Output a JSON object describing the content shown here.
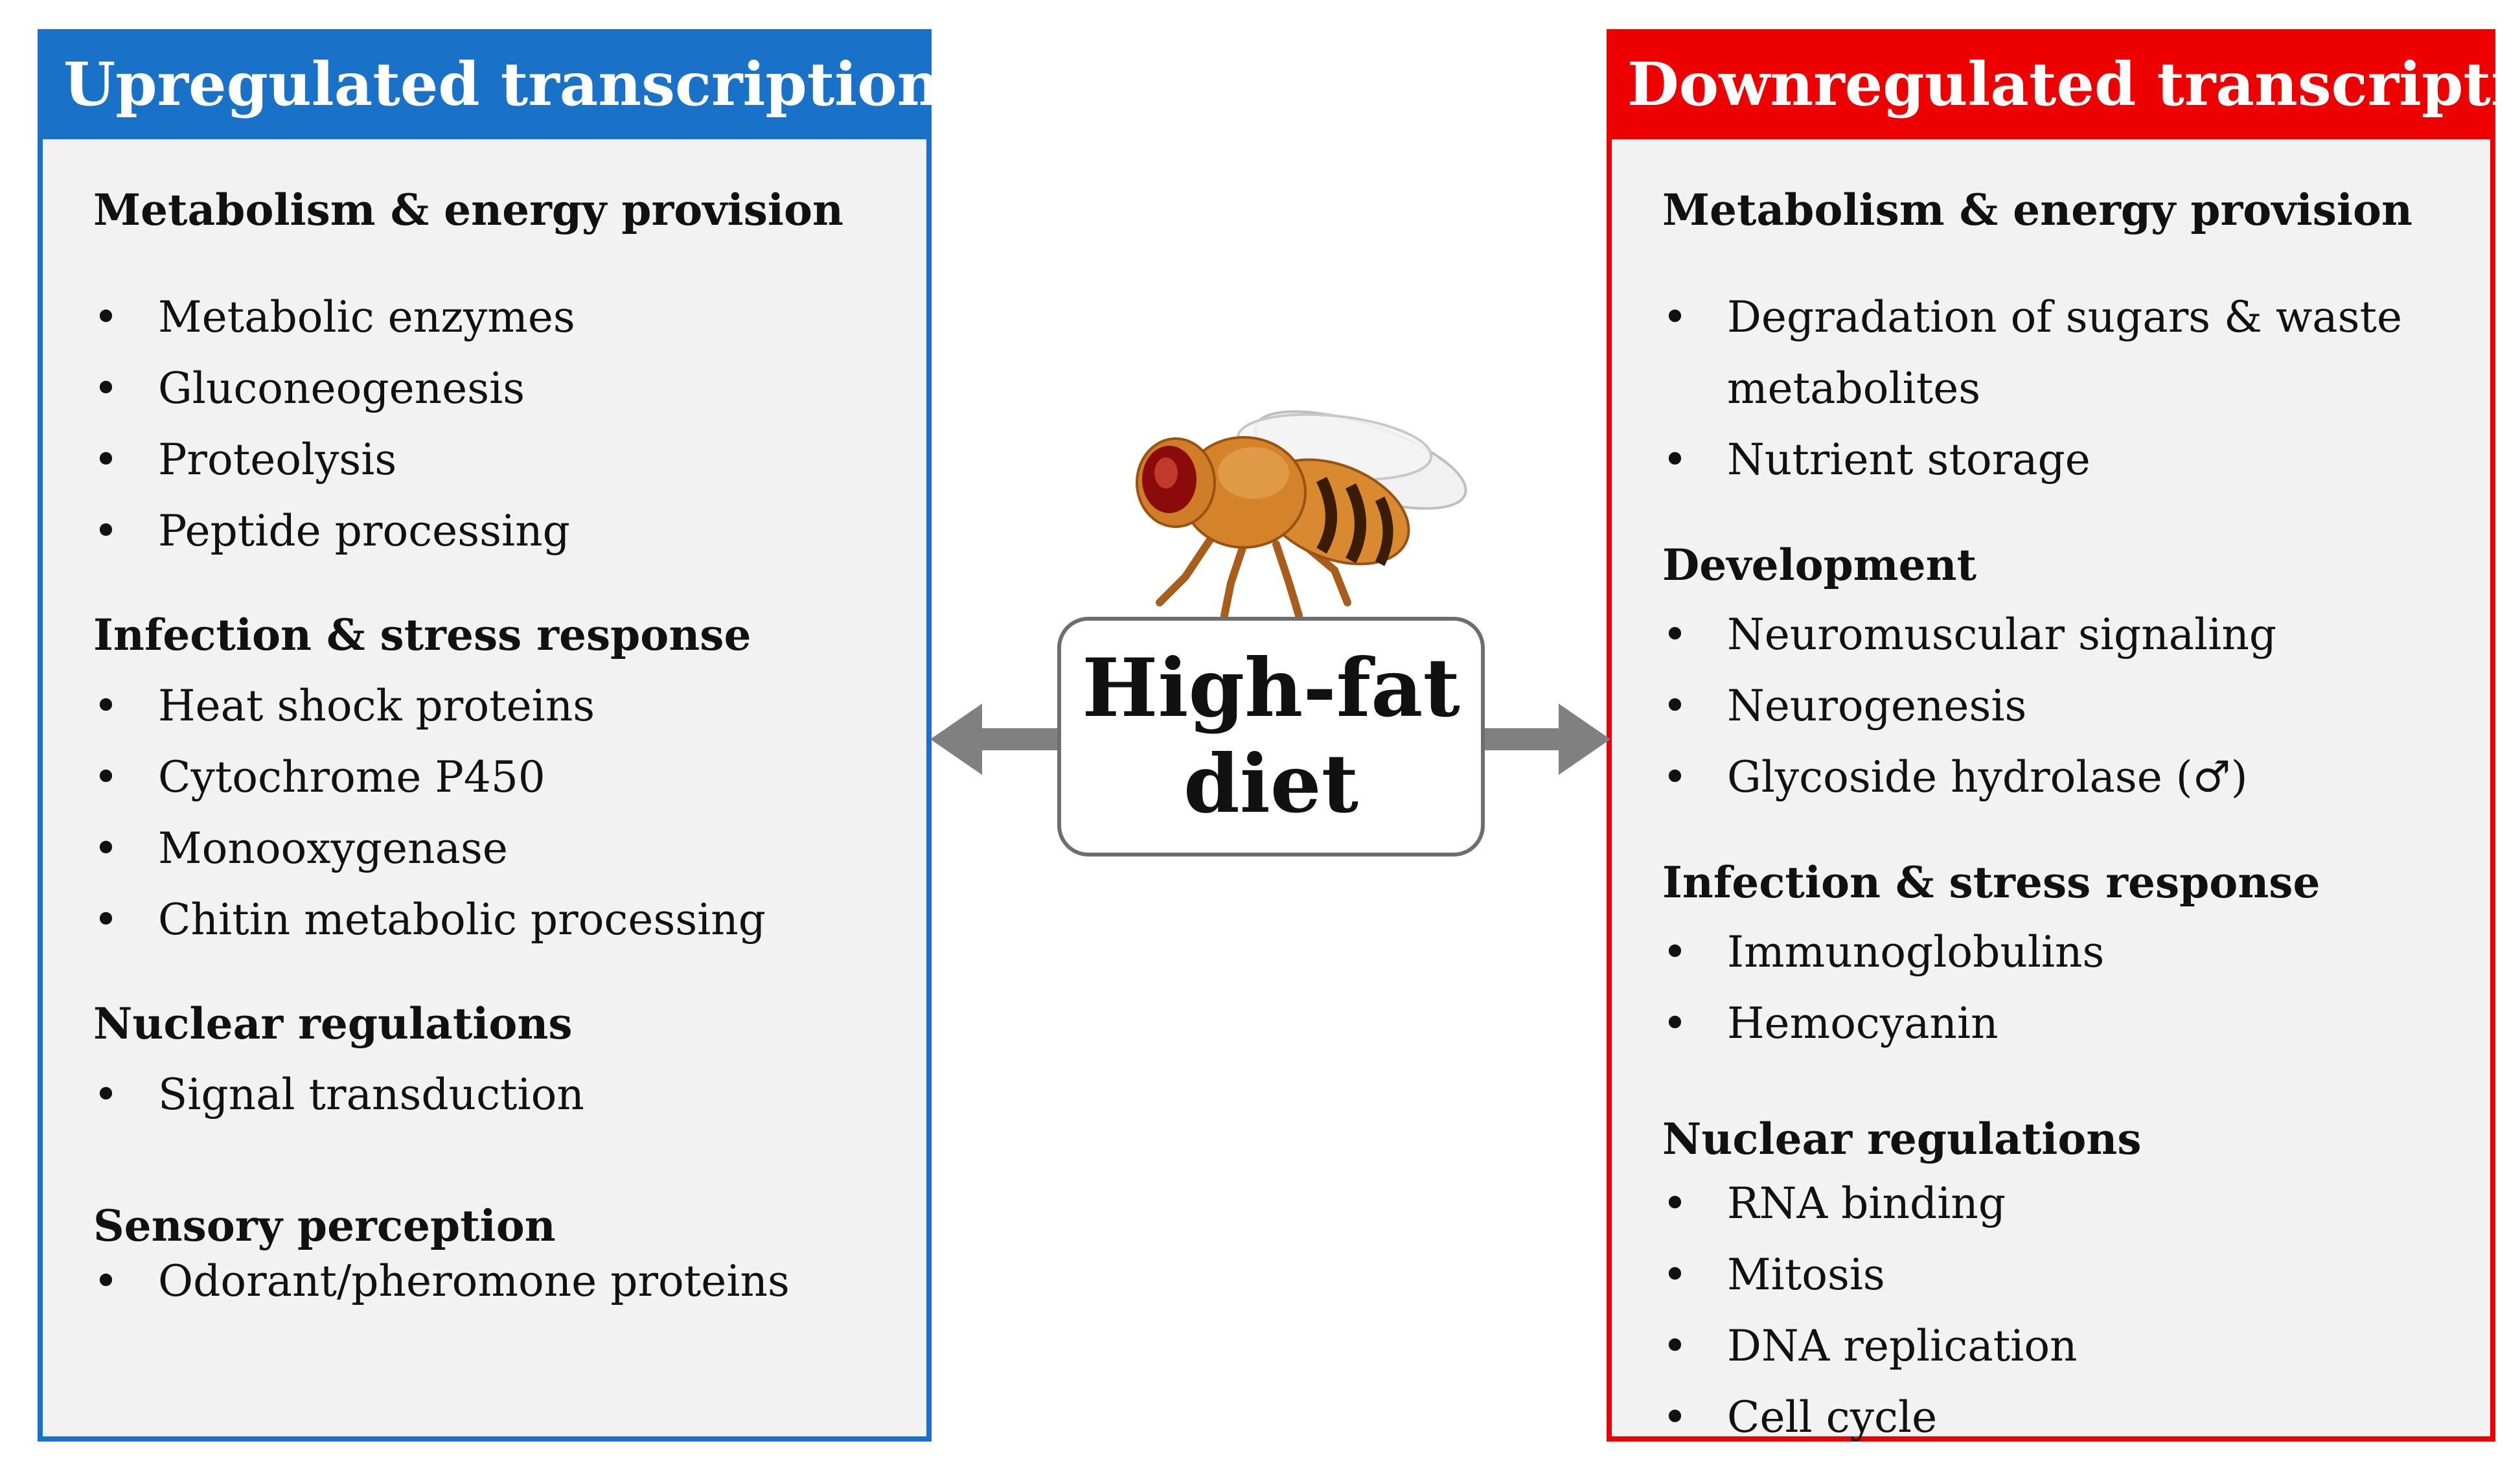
{
  "center": {
    "line1": "High-fat",
    "line2": "diet"
  },
  "left_panel": {
    "title": "Upregulated transcription",
    "color": "#1a72c8",
    "sections": [
      {
        "title": "Metabolism & energy provision",
        "items": [
          "Metabolic enzymes",
          "Gluconeogenesis",
          "Proteolysis",
          "Peptide processing"
        ]
      },
      {
        "title": "Infection & stress response",
        "items": [
          "Heat shock proteins",
          "Cytochrome P450",
          "Monooxygenase",
          "Chitin metabolic processing"
        ]
      },
      {
        "title": "Nuclear regulations",
        "items": [
          "Signal transduction"
        ]
      },
      {
        "title": "Sensory perception",
        "items": [
          "Odorant/pheromone proteins"
        ]
      }
    ]
  },
  "right_panel": {
    "title": "Downregulated transcription",
    "color": "#ee0000",
    "sections": [
      {
        "title": "Metabolism & energy provision",
        "items": [
          "Degradation of sugars & waste",
          "metabolites",
          "Nutrient storage"
        ]
      },
      {
        "title": "Development",
        "items": [
          "Neuromuscular signaling",
          "Neurogenesis",
          "Glycoside hydrolase (♂)"
        ]
      },
      {
        "title": "Infection & stress response",
        "items": [
          "Immunoglobulins",
          "Hemocyanin"
        ]
      },
      {
        "title": "Nuclear regulations",
        "items": [
          "RNA binding",
          "Mitosis",
          "DNA replication",
          "Cell cycle"
        ]
      }
    ]
  },
  "bullet": "•",
  "icons": {
    "center_image": "fruit-fly-icon",
    "arrows": "double-arrow-icon"
  }
}
